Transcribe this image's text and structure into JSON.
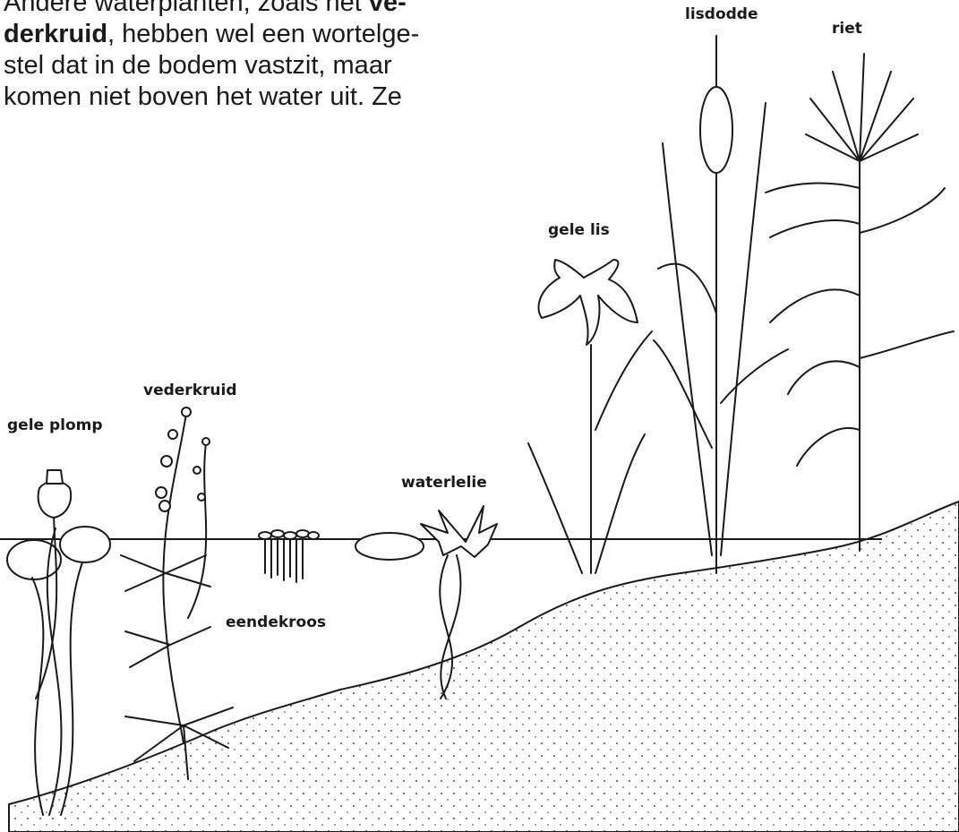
{
  "text": {
    "line1_pre": "Andere waterplanten, zoals het ",
    "line1_bold": "ve-",
    "line2_bold": "derkruid",
    "line2_post": ", hebben wel een wortelge-",
    "line3": "stel dat in de bodem vastzit, maar",
    "line4": "komen niet boven het water uit. Ze"
  },
  "labels": {
    "gele_plomp": "gele plomp",
    "vederkruid": "vederkruid",
    "eendekroos": "eendekroos",
    "waterlelie": "waterlelie",
    "gele_lis": "gele lis",
    "lisdodde": "lisdodde",
    "riet": "riet"
  },
  "colors": {
    "ink": "#1a1a1a",
    "background": "#ffffff"
  }
}
